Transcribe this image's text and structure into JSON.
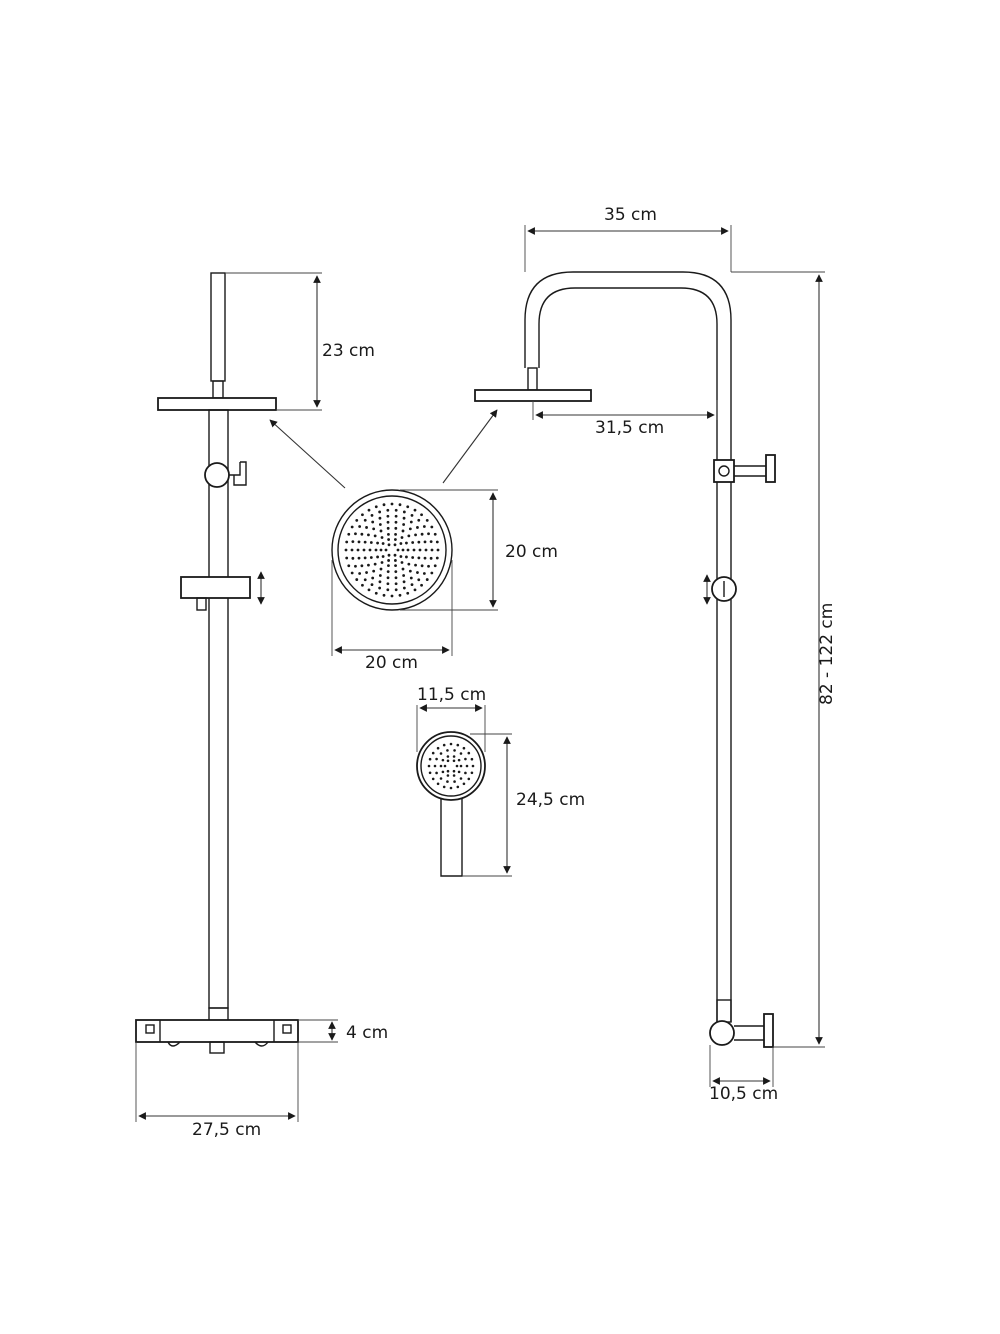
{
  "dimensions": {
    "rail_top_height": "23 cm",
    "overhead_arm_width": "35 cm",
    "arm_reach": "31,5 cm",
    "rain_head_height": "20 cm",
    "rain_head_width": "20 cm",
    "hand_shower_width": "11,5 cm",
    "hand_shower_length": "24,5 cm",
    "total_height": "82 - 122 cm",
    "mixer_height": "4 cm",
    "mixer_width": "27,5 cm",
    "wall_offset": "10,5 cm"
  },
  "colors": {
    "line": "#1a1a1a",
    "background": "#ffffff"
  }
}
